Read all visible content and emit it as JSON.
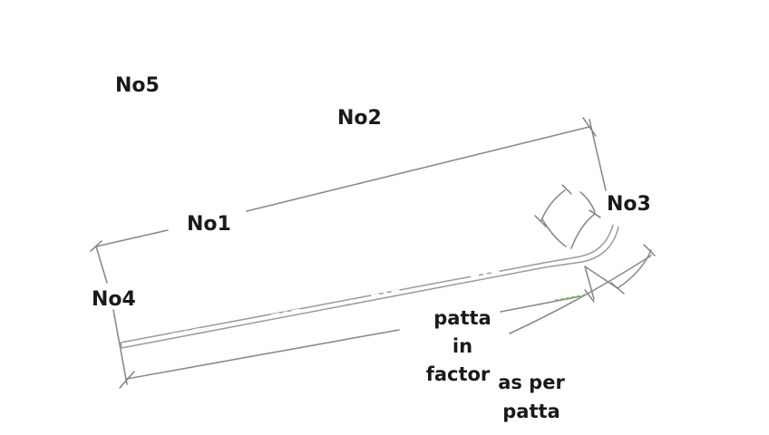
{
  "labels": {
    "no1": "No1",
    "no2": "No2",
    "no3": "No3",
    "no4": "No4",
    "no5": "No5"
  },
  "notes": {
    "patta_in_factor": [
      "patta",
      "in",
      "factor"
    ],
    "as_per_patta": [
      "as per",
      "patta"
    ]
  }
}
